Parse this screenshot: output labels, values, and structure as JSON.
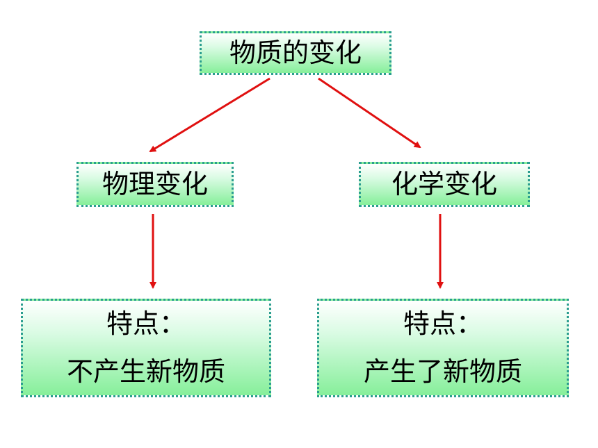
{
  "root": {
    "label": "物质的变化"
  },
  "physical": {
    "label": "物理变化",
    "feature_title": "特点：",
    "feature_text": "不产生新物质"
  },
  "chemical": {
    "label": "化学变化",
    "feature_title": "特点：",
    "feature_text": "产生了新物质"
  },
  "colors": {
    "arrow": "#e01010",
    "box_border": "#2a9d8f",
    "box_fill_top": "#ffffff",
    "box_fill_bottom": "#86ef9a"
  }
}
